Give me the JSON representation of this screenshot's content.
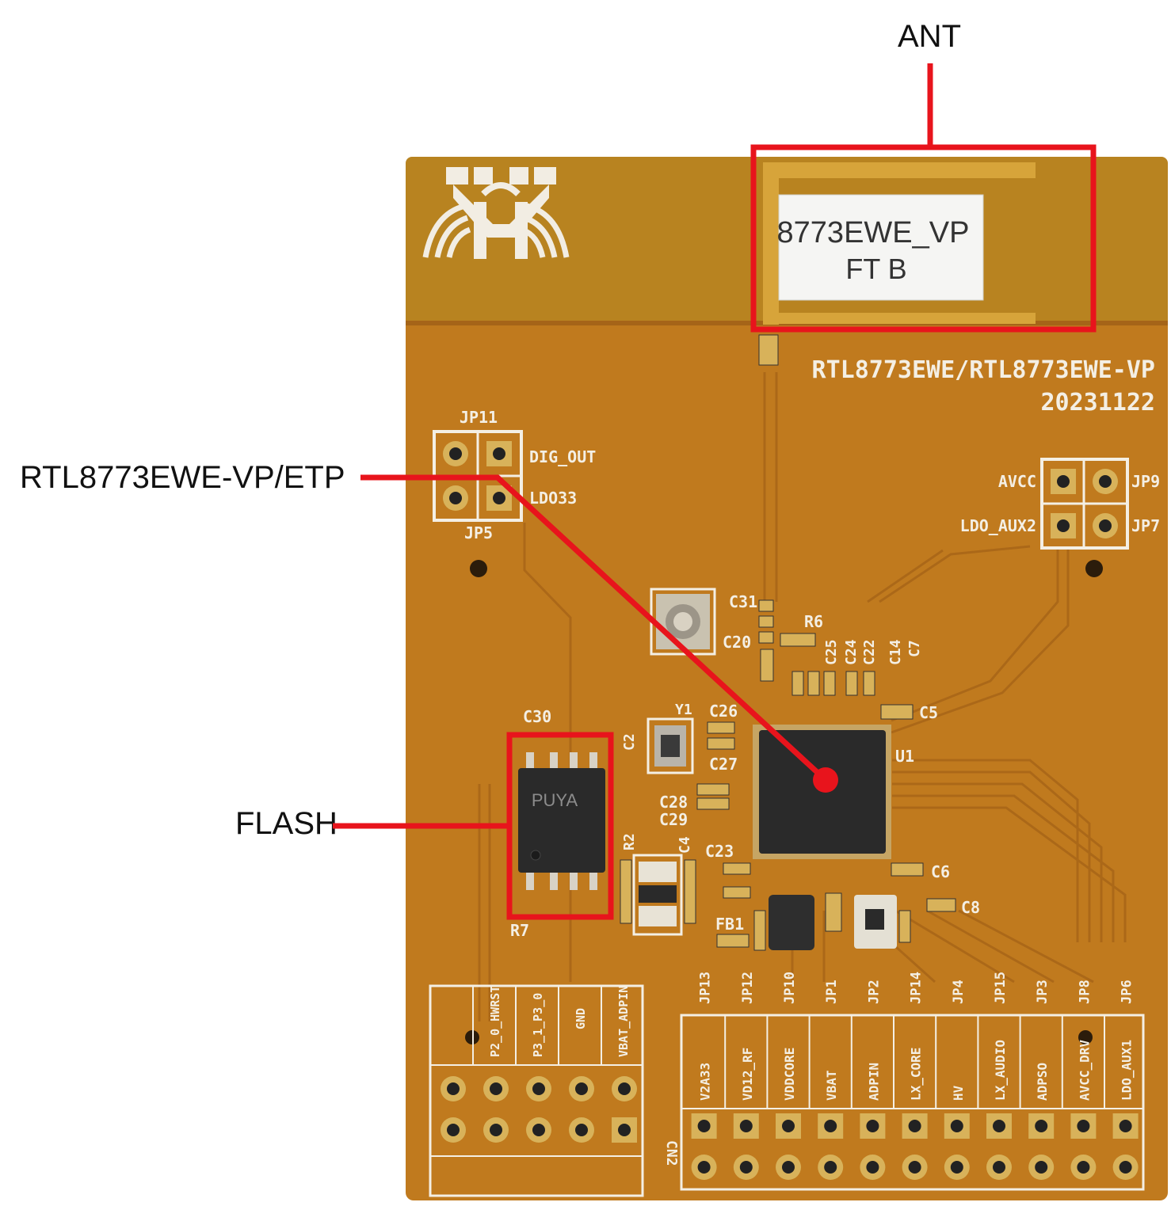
{
  "callouts": {
    "antenna": "ANT",
    "soc": "RTL8773EWE-VP/ETP",
    "flash": "FLASH"
  },
  "board": {
    "model_text": "RTL8773EWE/RTL8773EWE-VP",
    "date_text": "20231122",
    "sticker_line1": "8773EWE_VP",
    "sticker_line2": "FT B",
    "flash_chip_text": "PUYA",
    "labels": {
      "jp11": "JP11",
      "dig_out": "DIG_OUT",
      "ldo33": "LDO33",
      "jp5": "JP5",
      "avcc": "AVCC",
      "jp9": "JP9",
      "ldo_aux2": "LDO_AUX2",
      "jp7": "JP7",
      "c30": "C30",
      "r7": "R7",
      "u1": "U1",
      "c5": "C5",
      "c6": "C6",
      "c8": "C8",
      "c31": "C31",
      "r6": "R6",
      "c20": "C20",
      "c26": "C26",
      "c27": "C27",
      "c28": "C28",
      "c29": "C29",
      "c23": "C23",
      "r2": "R2",
      "c4": "C4",
      "fb1": "FB1",
      "y1": "Y1",
      "c2": "C2",
      "c25": "C25",
      "c24": "C24",
      "c22": "C22",
      "c14": "C14",
      "c7": "C7",
      "cn2": "CN2"
    },
    "top_header_cols": [
      "P2_0_HWRST",
      "P3_1_P3_0",
      "GND",
      "VBAT_ADPIN"
    ],
    "bottom_jp_labels": [
      "JP13",
      "JP12",
      "JP10",
      "JP1",
      "JP2",
      "JP14",
      "JP4",
      "JP15",
      "JP3",
      "JP8",
      "JP6"
    ],
    "bottom_net_labels": [
      "V2A33",
      "VD12_RF",
      "VDDCORE",
      "VBAT",
      "ADPIN",
      "LX_CORE",
      "HV",
      "LX_AUDIO",
      "ADPSO",
      "AVCC_DRV",
      "LDO_AUX1"
    ]
  },
  "colors": {
    "pcb": "#c07a1e",
    "pcb_dark": "#a8661a",
    "antenna_area": "#b8821e",
    "silkscreen": "#f4efe4",
    "pad": "#d8b25a",
    "chip": "#2a2a2a",
    "callout_red": "#e8141c"
  }
}
